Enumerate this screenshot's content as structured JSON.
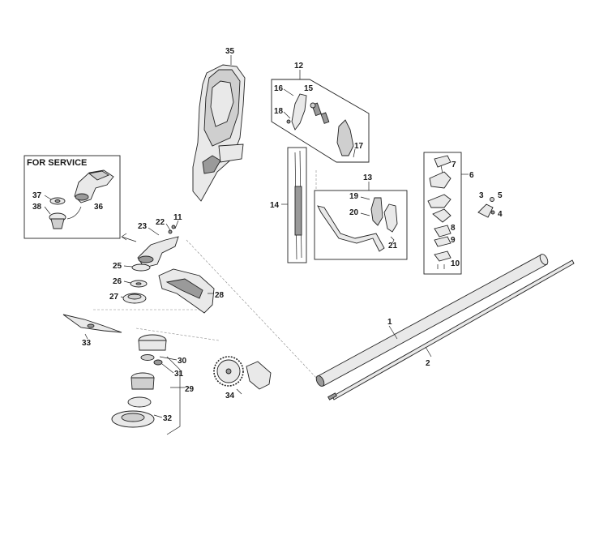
{
  "service_box": {
    "title": "FOR SERVICE"
  },
  "callouts": {
    "p1": "1",
    "p2": "2",
    "p3": "3",
    "p4": "4",
    "p5": "5",
    "p6": "6",
    "p7": "7",
    "p8": "8",
    "p9": "9",
    "p10": "10",
    "p11": "11",
    "p12": "12",
    "p13": "13",
    "p14": "14",
    "p15": "15",
    "p16": "16",
    "p17": "17",
    "p18": "18",
    "p19": "19",
    "p20": "20",
    "p21": "21",
    "p22": "22",
    "p23": "23",
    "p25": "25",
    "p26": "26",
    "p27": "27",
    "p28": "28",
    "p29": "29",
    "p30": "30",
    "p31": "31",
    "p32": "32",
    "p33": "33",
    "p34": "34",
    "p35": "35",
    "p36": "36",
    "p37": "37",
    "p38": "38"
  },
  "colors": {
    "line": "#222222",
    "part_fill": "#e9e9e9",
    "part_dark": "#9a9a9a",
    "background": "#ffffff"
  }
}
